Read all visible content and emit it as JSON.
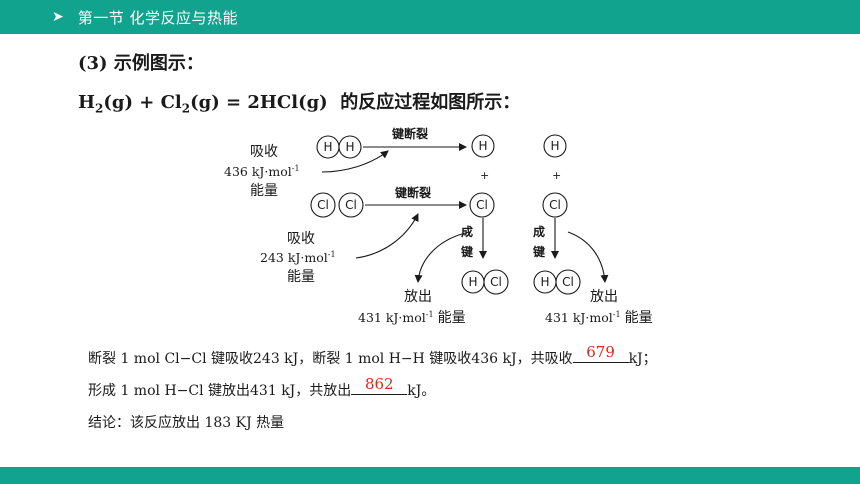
{
  "header": {
    "section_title": "第一节 化学反应与热能"
  },
  "content": {
    "heading": "(3) 示例图示：",
    "equation": {
      "p1": "H",
      "s1": "2",
      "p2": "(g) + Cl",
      "s2": "2",
      "p3": "(g) = 2HCl(g)",
      "p4": "的反应过程如图所示："
    },
    "diagram": {
      "atom_h": "H",
      "atom_cl": "Cl",
      "bond_break": "键断裂",
      "plus": "+",
      "absorb_1": {
        "line1": "吸收",
        "value": "436 kJ·mol",
        "sup": "-1",
        "line3": "能量"
      },
      "absorb_2": {
        "line1": "吸收",
        "value": "243 kJ·mol",
        "sup": "-1",
        "line3": "能量"
      },
      "form_bond_1": "成",
      "form_bond_2": "键",
      "release_1": {
        "line1": "放出",
        "value": "431 kJ·mol",
        "sup": "-1",
        "unit": "能量"
      },
      "release_2": {
        "line1": "放出",
        "value": "431 kJ·mol",
        "sup": "-1",
        "unit": "能量"
      }
    },
    "line1": {
      "text": "断裂 1 mol Cl−Cl 键吸收243 kJ，断裂 1 mol H−H 键吸收436 kJ，共吸收",
      "answer": "679",
      "suffix": "kJ；"
    },
    "line2": {
      "text": "形成 1 mol H−Cl 键放出431 kJ，共放出",
      "answer": "862",
      "suffix": "kJ。"
    },
    "conclusion": "结论：该反应放出 183 KJ 热量"
  },
  "colors": {
    "bar": "#12a38f",
    "answer": "#e0251b"
  }
}
